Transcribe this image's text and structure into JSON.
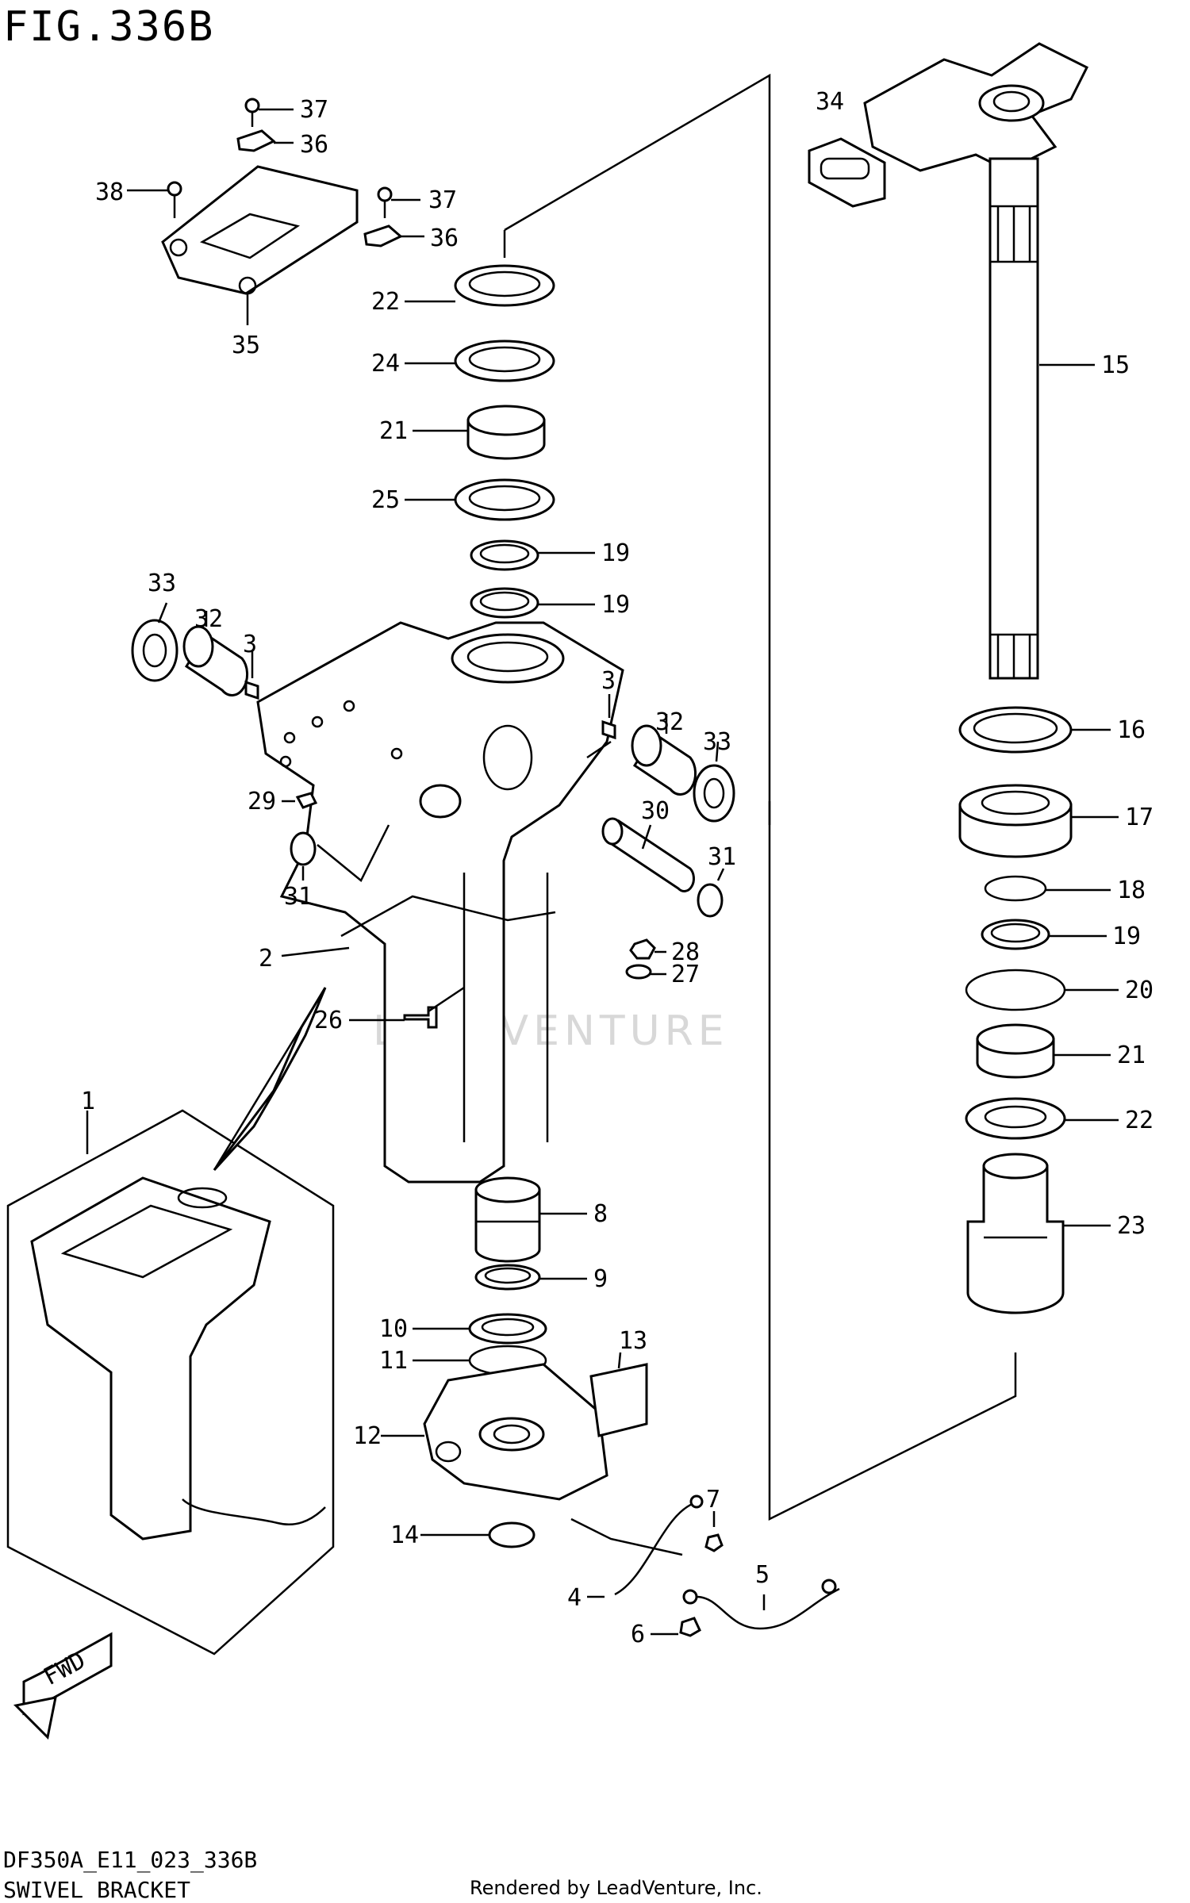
{
  "header": {
    "figure": "FIG.336B"
  },
  "footer": {
    "code": "DF350A_E11_023_336B",
    "section": "SWIVEL BRACKET",
    "credit": "Rendered by LeadVenture, Inc."
  },
  "watermark": "LEADVENTURE",
  "fwd_label": "FWD",
  "callouts": {
    "c1": "1",
    "c2": "2",
    "c3a": "3",
    "c3b": "3",
    "c4": "4",
    "c5": "5",
    "c6": "6",
    "c7": "7",
    "c8": "8",
    "c9": "9",
    "c10": "10",
    "c11": "11",
    "c12": "12",
    "c13": "13",
    "c14": "14",
    "c15": "15",
    "c16": "16",
    "c17": "17",
    "c18": "18",
    "c19a": "19",
    "c19b": "19",
    "c19c": "19",
    "c20": "20",
    "c21a": "21",
    "c21b": "21",
    "c22a": "22",
    "c22b": "22",
    "c23": "23",
    "c24": "24",
    "c25": "25",
    "c26": "26",
    "c27": "27",
    "c28": "28",
    "c29": "29",
    "c30": "30",
    "c31a": "31",
    "c31b": "31",
    "c32a": "32",
    "c32b": "32",
    "c33a": "33",
    "c33b": "33",
    "c34": "34",
    "c35": "35",
    "c36a": "36",
    "c36b": "36",
    "c37a": "37",
    "c37b": "37",
    "c38": "38"
  }
}
